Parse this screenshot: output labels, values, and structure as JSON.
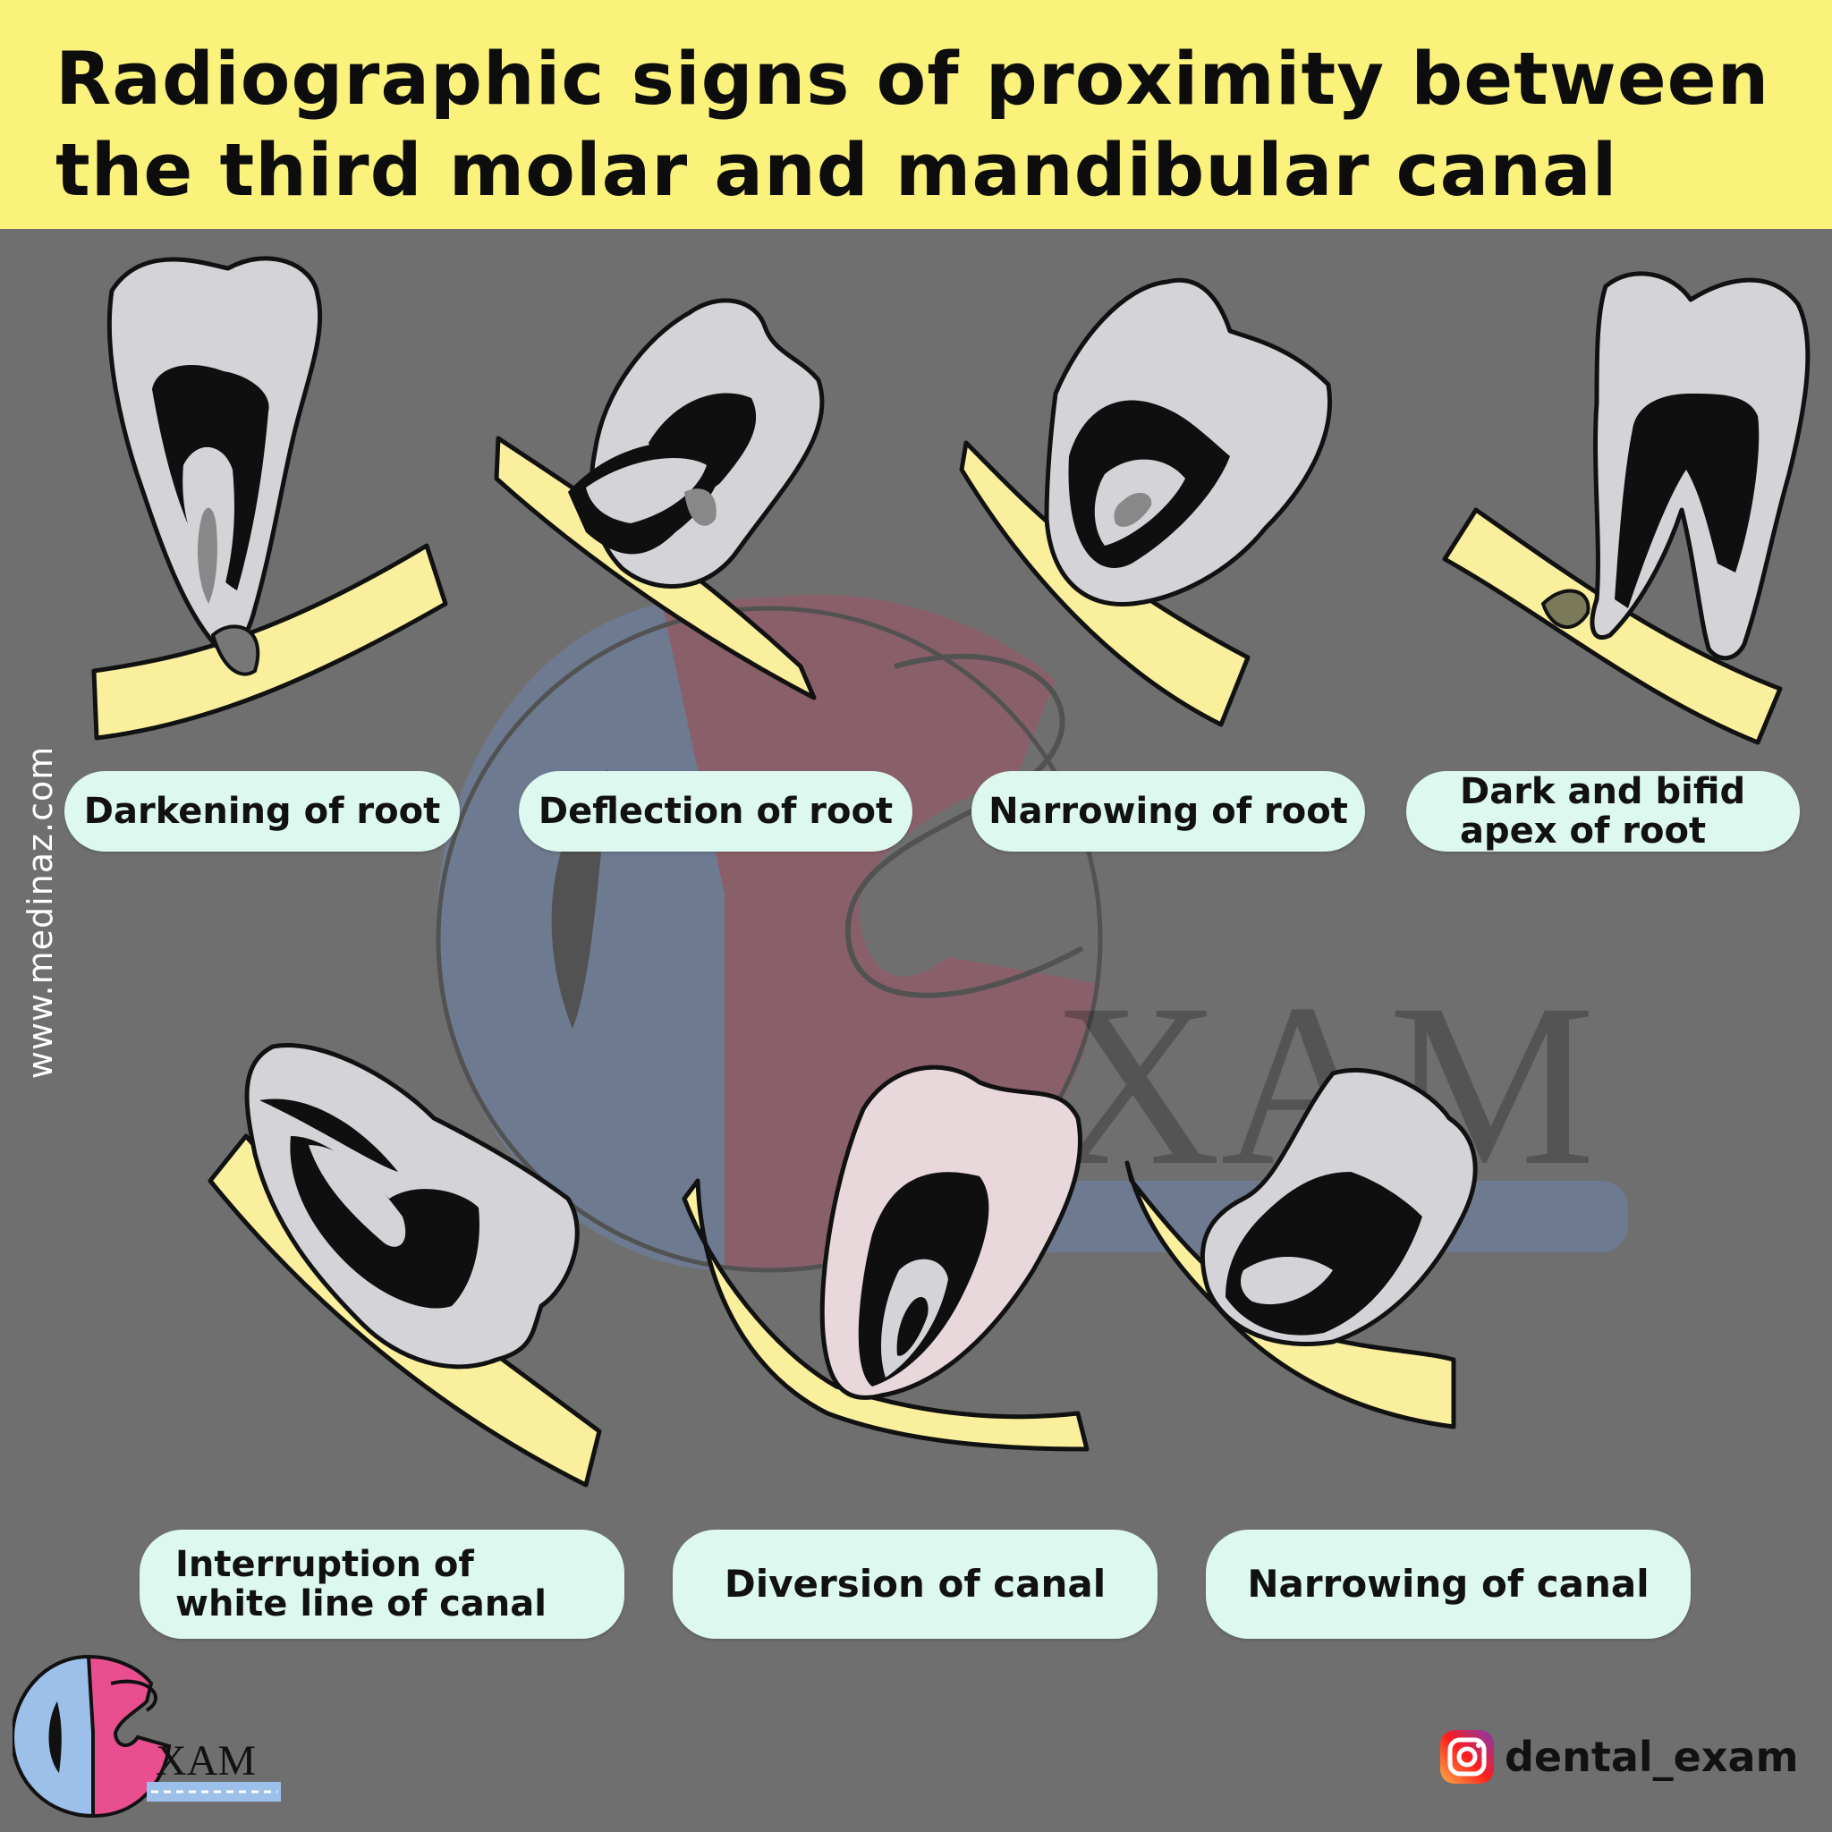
{
  "title": "Radiographic signs of proximity between the third molar and mandibular canal",
  "side_text": "www.medinaz.com",
  "watermark_text": "XAM",
  "logo_text": "XAM",
  "instagram_handle": "dental_exam",
  "colors": {
    "header": "#fbf27c",
    "background": "#6f6f70",
    "canal": "#f9ef9c",
    "tooth": "#d4d4d8",
    "pulp": "#0f0f0f",
    "label_bg": "#dcf8ef"
  },
  "signs": [
    {
      "label": "Darkening of root"
    },
    {
      "label": "Deflection of root"
    },
    {
      "label": "Narrowing of root"
    },
    {
      "label": "Dark and bifid apex of root"
    },
    {
      "label": "Interruption of white line of canal"
    },
    {
      "label": "Diversion of canal"
    },
    {
      "label": "Narrowing of canal"
    }
  ]
}
